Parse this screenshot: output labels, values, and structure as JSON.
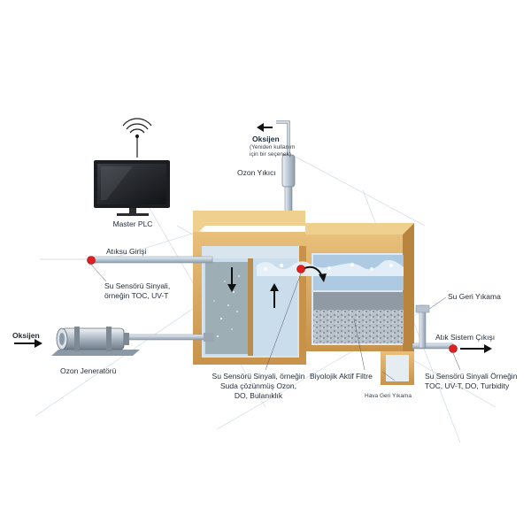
{
  "labels": {
    "master_plc": "Master PLC",
    "oksijen_top": "Oksijen",
    "oksijen_top_sub1": "(Yeniden kullanım",
    "oksijen_top_sub2": "için bir seçenek)",
    "ozon_yikici": "Ozon Yıkıcı",
    "atiksu_girisi": "Atıksu Girişi",
    "sensor_left_1": "Su Sensörü Sinyali,",
    "sensor_left_2": "örneğin TOC, UV-T",
    "oksijen_left": "Oksijen",
    "ozon_jeneratoru": "Ozon Jeneratörü",
    "sensor_mid_1": "Su Sensörü Sinyali, örneğin",
    "sensor_mid_2": "Suda çözünmüş Ozon,",
    "sensor_mid_3": "DO, Bulanıklık",
    "biyolojik": "Biyolojik Aktif Filtre",
    "hava_geri": "Hava Geri Yıkama",
    "su_geri": "Su Geri Yıkama",
    "atik_cikisi": "Atık Sistem Çıkışı",
    "sensor_right_1": "Su Sensörü Sinyali Örneğin",
    "sensor_right_2": "TOC, UV-T, DO, Turbidity"
  },
  "colors": {
    "tank_frame": "#d9a85e",
    "tank_frame_dark": "#b8843e",
    "water": "#bcd6ea",
    "filter_media": "#9aa7b3",
    "sensor_dot": "#e02020",
    "pipe": "#c9d3de",
    "arrow": "#1a1a1a"
  },
  "icons": [
    "monitor-icon",
    "antenna-icon",
    "sensor-dot-icon",
    "arrow-icon",
    "ozone-generator-icon"
  ]
}
